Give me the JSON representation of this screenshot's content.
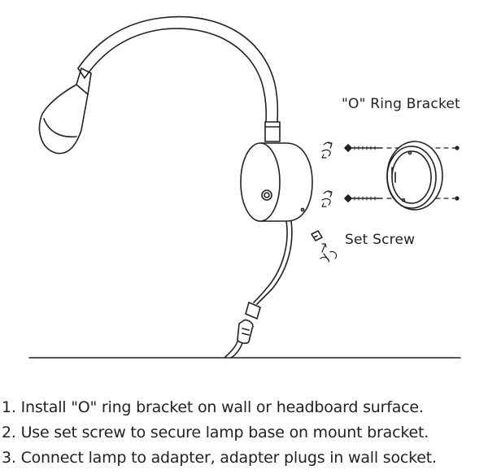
{
  "labels": {
    "bracket": "\"O\" Ring Bracket",
    "set_screw": "Set Screw"
  },
  "steps": [
    "1.  Install \"O\" ring bracket on wall or headboard surface.",
    "2. Use set screw to secure lamp base on mount bracket.",
    "3. Connect lamp to adapter, adapter plugs in wall socket."
  ],
  "colors": {
    "line": "#222222",
    "background": "#ffffff",
    "lamp_head": "#ffffff"
  }
}
